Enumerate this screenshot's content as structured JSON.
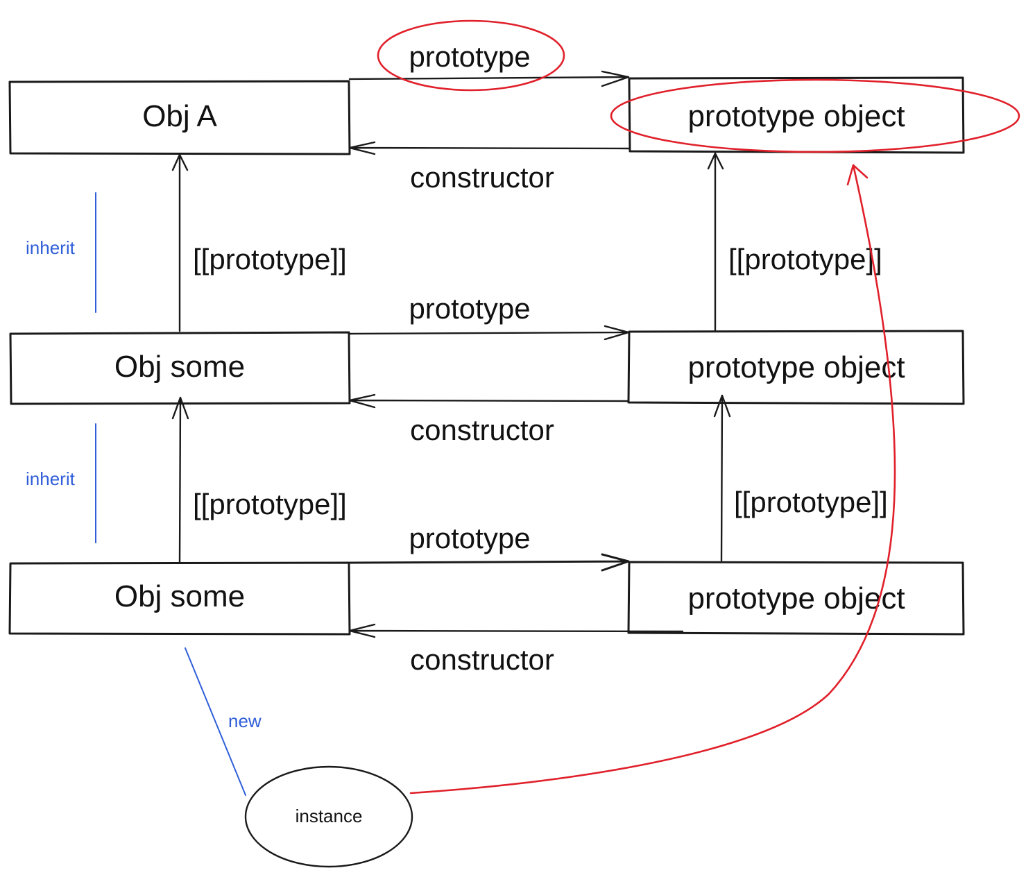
{
  "rows": [
    {
      "object_label": "Obj A",
      "prototype_object_label": "prototype object",
      "prototype_link_label": "prototype",
      "constructor_link_label": "constructor"
    },
    {
      "object_label": "Obj some",
      "prototype_object_label": "prototype object",
      "prototype_link_label": "prototype",
      "constructor_link_label": "constructor"
    },
    {
      "object_label": "Obj some",
      "prototype_object_label": "prototype object",
      "prototype_link_label": "prototype",
      "constructor_link_label": "constructor"
    }
  ],
  "inherit_links": [
    {
      "side_label": "inherit",
      "left_chain_label": "[[prototype]]",
      "right_chain_label": "[[prototype]]"
    },
    {
      "side_label": "inherit",
      "left_chain_label": "[[prototype]]",
      "right_chain_label": "[[prototype]]"
    }
  ],
  "instance": {
    "label": "instance",
    "new_label": "new"
  },
  "colors": {
    "ink": "#1a1a1a",
    "highlight": "#e0202a",
    "annotation": "#2f5ed8"
  }
}
